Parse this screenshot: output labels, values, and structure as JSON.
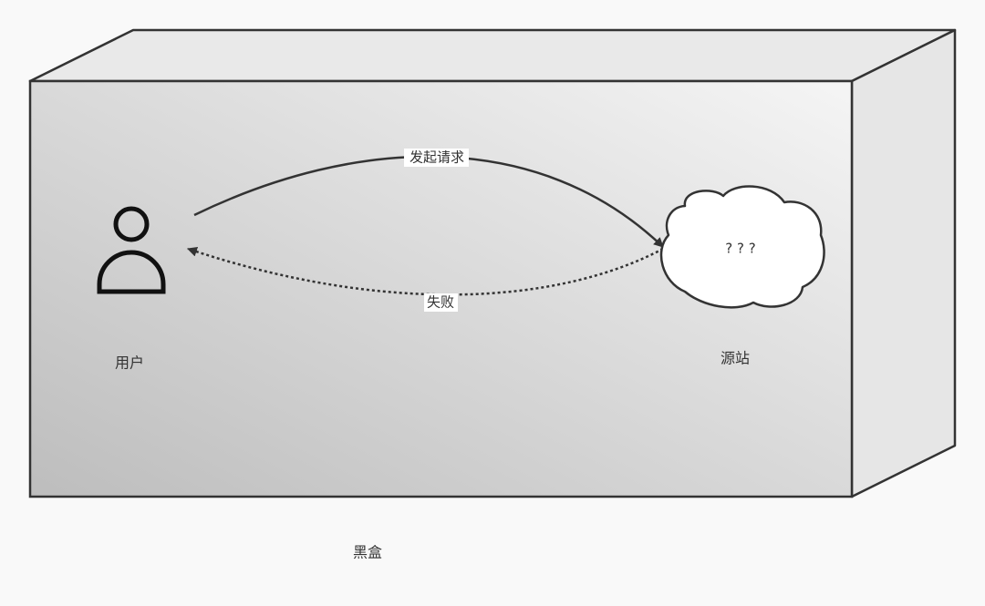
{
  "diagram": {
    "box_label": "黑盒",
    "user_label": "用户",
    "origin_label": "源站",
    "cloud_text": "? ? ?",
    "request_label": "发起请求",
    "fail_label": "失败"
  },
  "colors": {
    "background": "#f9f9f9",
    "stroke": "#333333",
    "box_gradient_dark": "#bdbdbd",
    "box_gradient_light": "#f5f5f5",
    "top_face": "#e9e9e9",
    "side_face": "#e6e6e6",
    "cloud_fill": "#ffffff"
  },
  "icons": {
    "user": "person-icon",
    "origin": "cloud-icon"
  }
}
